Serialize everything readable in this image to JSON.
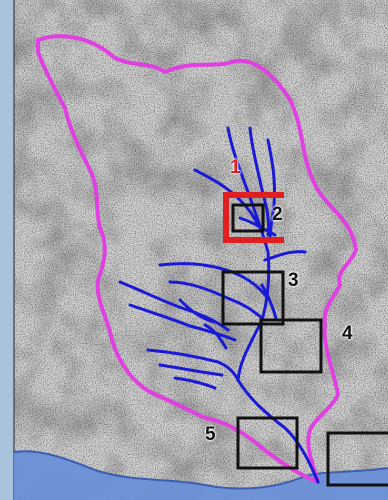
{
  "map": {
    "colors": {
      "terrain": "#d4d4d4",
      "terrain_dark": "#8a8a8a",
      "watershed_boundary": "#e040e0",
      "stream": "#1a1ad6",
      "river": "#6a8fd8",
      "box": "#111111",
      "highlight": "#e02020",
      "left_strip": "#a9c3dd"
    },
    "site_labels": {
      "site_1": "1",
      "site_2": "2",
      "site_3": "3",
      "site_4": "4",
      "site_5": "5"
    }
  }
}
